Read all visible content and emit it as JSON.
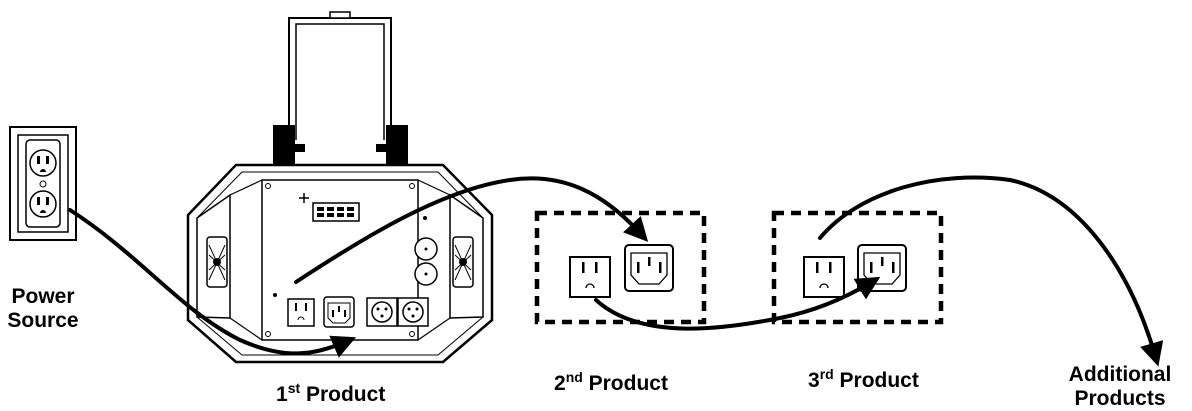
{
  "labels": {
    "power_source_line1": "Power",
    "power_source_line2": "Source",
    "product1_num": "1",
    "product1_sup": "st",
    "product1_text": " Product",
    "product2_num": "2",
    "product2_sup": "nd",
    "product2_text": " Product",
    "product3_num": "3",
    "product3_sup": "rd",
    "product3_text": " Product",
    "additional_line1": "Additional",
    "additional_line2": "Products"
  },
  "colors": {
    "line": "#000000",
    "background": "#ffffff"
  },
  "icons": [
    "wall-outlet-icon",
    "fixture-icon",
    "power-out-socket-icon",
    "power-in-socket-icon",
    "xlr-connector-icon",
    "fan-icon",
    "arrow-icon"
  ]
}
